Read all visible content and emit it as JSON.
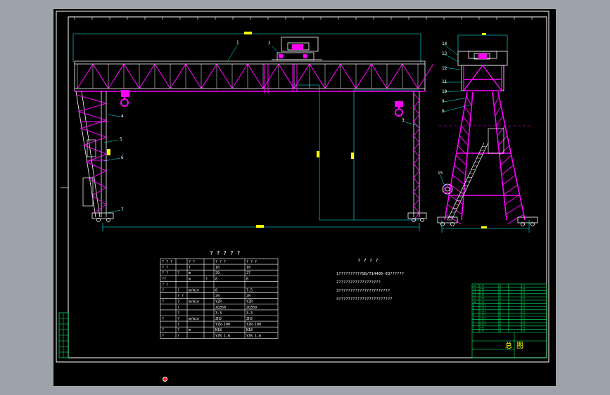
{
  "colors": {
    "background": "#000000",
    "frame": "#ffffff",
    "dimension": "#00ffff",
    "structure": "#ff00ff",
    "text": "#ffffff",
    "highlight": "#ffff00",
    "outer": "#9ea3ab"
  },
  "callouts": {
    "front": [
      "1",
      "2",
      "3",
      "4",
      "5",
      "6",
      "7"
    ],
    "side": [
      "8",
      "9",
      "10",
      "11",
      "12",
      "13",
      "14",
      "15"
    ]
  },
  "spec_table": {
    "title": "? ? ? ? ?",
    "rows": [
      [
        "? ? ?",
        "",
        "? ?",
        "",
        "? ? ?",
        "? ? ?"
      ],
      [
        "? ?",
        "",
        "t",
        "",
        "10",
        "10"
      ],
      [
        "? ?",
        "?",
        "m",
        "",
        "29",
        "27"
      ],
      [
        "??",
        "",
        "m",
        "?",
        "8",
        "8"
      ],
      [
        "? ?",
        "",
        "",
        "",
        "",
        ""
      ],
      [
        "?",
        "?",
        "m/min",
        "",
        "8",
        "7.5"
      ],
      [
        "",
        "? ?",
        "",
        "",
        "20",
        "20"
      ],
      [
        "?",
        "?",
        "m/min",
        "",
        "YZR",
        "YZR"
      ],
      [
        "",
        "?",
        "",
        "",
        "ZQ350",
        "ZQ350"
      ],
      [
        "",
        "?",
        "",
        "",
        "3-3",
        "3-3"
      ],
      [
        "?",
        "?",
        "m/min",
        "",
        "ZHJ",
        "ZHJ"
      ],
      [
        "",
        "?",
        "",
        "",
        "YZR-100",
        "YZR-100"
      ],
      [
        "?",
        "?",
        "m",
        "",
        "N18",
        "N18"
      ],
      [
        "?",
        "?",
        "",
        "",
        "YZR 1-6",
        "YZR 1-6"
      ]
    ]
  },
  "notes": {
    "title": "? ? ? ?",
    "lines": [
      "1??????????GB/T14406-93??????",
      "2??????????????????",
      "3??????????????????????",
      "4???????????????????????"
    ]
  },
  "title_block": {
    "drawing_title": "总 图",
    "rows": [
      [
        "15",
        "???",
        "1",
        "",
        "??"
      ],
      [
        "14",
        "???",
        "1",
        "",
        "??"
      ],
      [
        "13",
        "???",
        "1",
        "",
        "??"
      ],
      [
        "12",
        "???",
        "2",
        "",
        "??"
      ],
      [
        "11",
        "???",
        "1",
        "",
        "??"
      ],
      [
        "10",
        "???",
        "1",
        "",
        "??"
      ],
      [
        "9",
        "????",
        "2",
        "",
        "??"
      ],
      [
        "8",
        "????",
        "4",
        "",
        "??"
      ],
      [
        "7",
        "????",
        "2",
        "",
        "??"
      ],
      [
        "6",
        "????",
        "2",
        "",
        "??"
      ],
      [
        "5",
        "????",
        "1",
        "",
        "??"
      ],
      [
        "4",
        "????",
        "2",
        "",
        "??"
      ],
      [
        "3",
        "????",
        "1",
        "",
        "??"
      ],
      [
        "2",
        "???",
        "1",
        "",
        "??"
      ],
      [
        "1",
        "???",
        "1",
        "",
        "??"
      ]
    ]
  }
}
